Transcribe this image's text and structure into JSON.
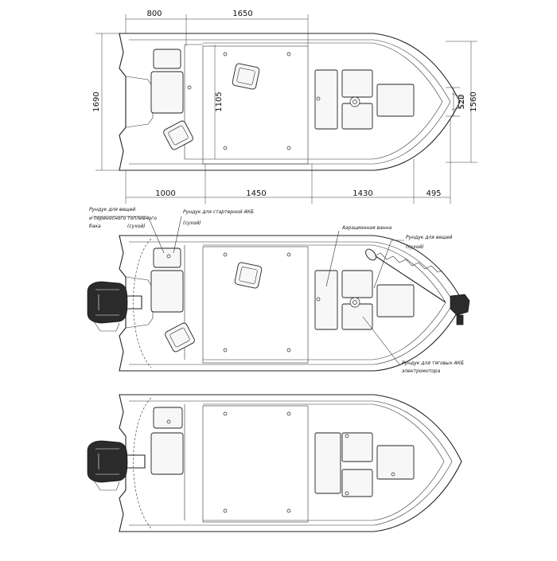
{
  "dimensions": {
    "top_800": "800",
    "top_1650": "1650",
    "left_1690": "1690",
    "inner_1105": "1105",
    "bow_520": "520",
    "bow_1560": "1560",
    "bottom_1000": "1000",
    "bottom_1450": "1450",
    "bottom_1430": "1430",
    "bottom_495": "495"
  },
  "annotations": {
    "locker_things_fuel_line1": "Рундук для вещей",
    "locker_things_fuel_line2": "и переносного топливного",
    "locker_things_fuel_line3": "бака",
    "locker_starter_battery": "Рундук для стартерной АКБ",
    "dry_1": "(сухой)",
    "aeration_tank": "Аэрационная ванна",
    "locker_things_bow": "Рундук для вещей",
    "dry_2": "(сухой)",
    "locker_trolling_line1": "Рундук для тяговых АКБ",
    "locker_trolling_line2": "электромотора",
    "dry_3": "(сухой)"
  }
}
